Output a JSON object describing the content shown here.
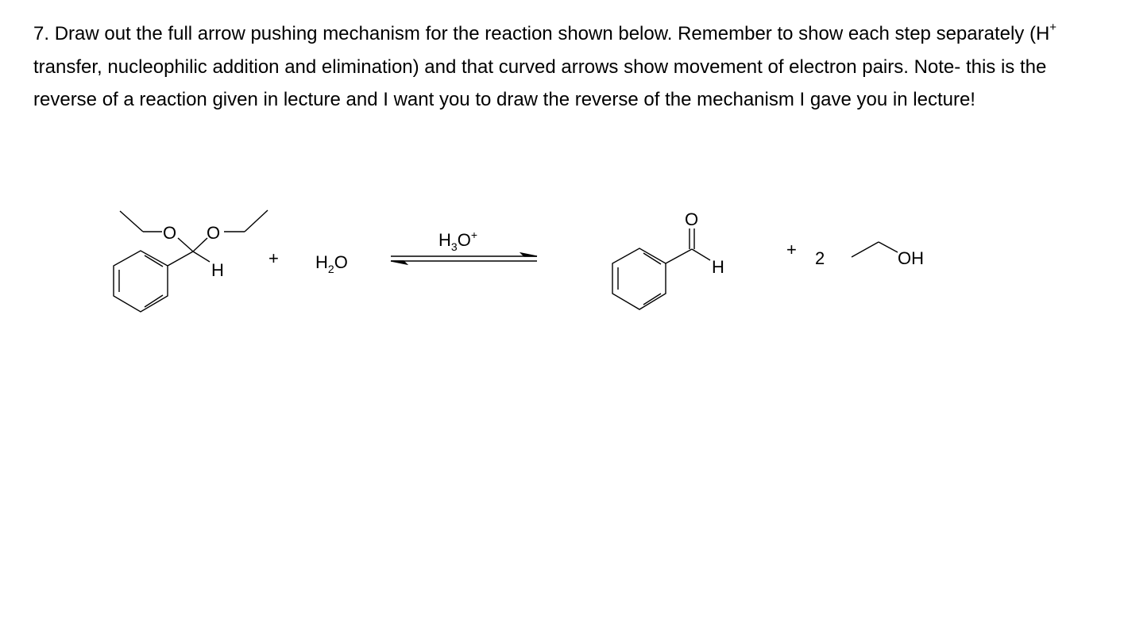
{
  "question": {
    "number": "7.",
    "text_part1": "Draw out the full arrow pushing mechanism for the reaction shown below.  Remember to show each step separately (H",
    "text_sup": "+",
    "text_part2": " transfer, nucleophilic addition and elimination) and that curved arrows show movement of electron pairs.  Note- this is the reverse of a reaction given in lecture and I want you to draw the reverse of the mechanism I gave you in lecture!"
  },
  "scheme": {
    "acetal": {
      "o1": "O",
      "o2": "O",
      "h": "H"
    },
    "plus1": "+",
    "water": {
      "h": "H",
      "sub": "2",
      "o": "O"
    },
    "catalyst": {
      "h": "H",
      "sub": "3",
      "o": "O",
      "sup": "+"
    },
    "aldehyde": {
      "o": "O",
      "h": "H"
    },
    "plus2": "+",
    "coefficient": "2",
    "ethanol": {
      "oh": "OH"
    }
  }
}
